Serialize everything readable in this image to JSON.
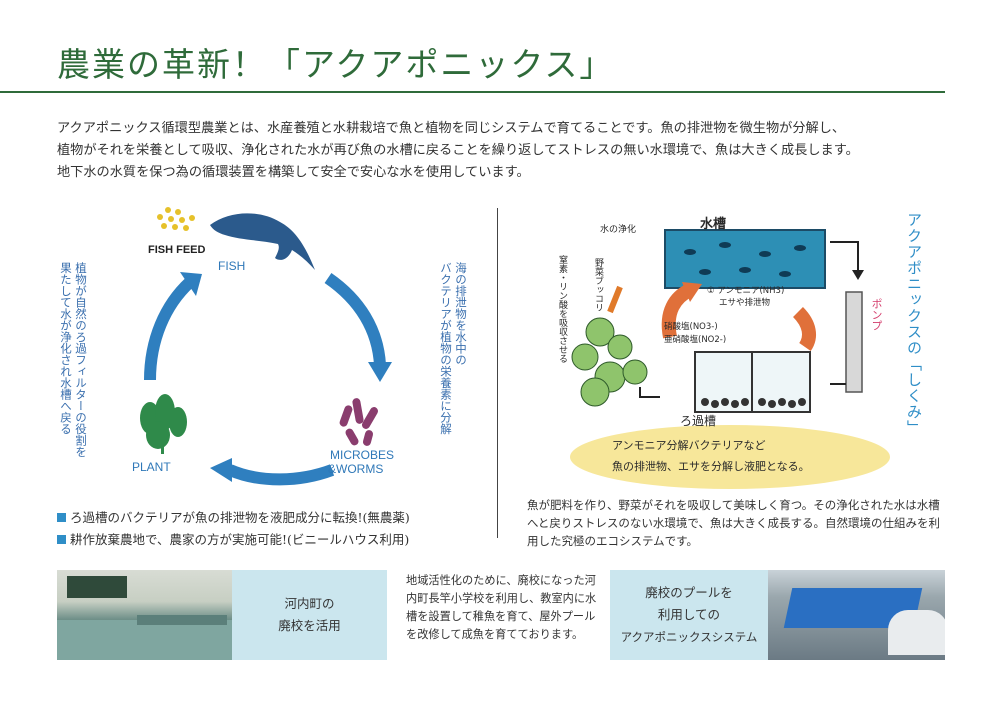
{
  "header": {
    "title": "農業の革新！「アクアポニックス」"
  },
  "intro": {
    "lines": [
      "アクアポニックス循環型農業とは、水産養殖と水耕栽培で魚と植物を同じシステムで育てることです。魚の排泄物を微生物が分解し、",
      "植物がそれを栄養として吸収、浄化された水が再び魚の水槽に戻ることを繰り返してストレスの無い水環境で、魚は大きく成長します。",
      "地下水の水質を保つ為の循環装置を構築して安全で安心な水を使用しています。"
    ]
  },
  "cycle": {
    "fish_feed": "FISH FEED",
    "fish": "FISH",
    "microbes": "MICROBES",
    "worms": "&WORMS",
    "plant": "PLANT",
    "right_note_1": "海の排泄物を水中の",
    "right_note_2": "バクテリアが植物の栄養素に分解",
    "left_note_1": "植物が自然のろ過フィルターの役割を",
    "left_note_2": "果たして水が浄化され水槽へ戻る",
    "colors": {
      "arrow": "#2f7fbf",
      "fish": "#2b5a8c",
      "microbes": "#8a3d6e",
      "plant": "#2f8a4a",
      "feed": "#e6c12a"
    }
  },
  "bullets": [
    "ろ過槽のバクテリアが魚の排泄物を液肥成分に転換!(無農薬)",
    "耕作放棄農地で、農家の方が実施可能!(ビニールハウス利用)"
  ],
  "mechanism": {
    "vertical_title": "アクアポニックスの「しくみ」",
    "tank_label": "水槽",
    "purify_label": "水の浄化",
    "pump_label": "ポンプ",
    "vegetables_label": "野菜ブッコリ",
    "nutrient_label": "窒素・リン酸を吸収させる",
    "ammonia_label": "① アンモニア(NH3)",
    "ammonia_sub": "エサや排泄物",
    "nitrate_label": "硝酸塩(NO3-)",
    "nitrite_label": "亜硝酸塩(NO2-)",
    "filter_label": "ろ過槽",
    "bacteria_line1": "アンモニア分解バクテリアなど",
    "bacteria_line2": "魚の排泄物、エサを分解し液肥となる。",
    "caption": "魚が肥料を作り、野菜がそれを吸収して美味しく育つ。その浄化された水は水槽へと戻りストレスのない水環境で、魚は大きく成長する。自然環境の仕組みを利用した究極のエコシステムです。"
  },
  "bottom": {
    "box1_line1": "河内町の",
    "box1_line2": "廃校を活用",
    "middle_text": "地域活性化のために、廃校になった河内町長竿小学校を利用し、教室内に水槽を設置して稚魚を育て、屋外プールを改修して成魚を育てております。",
    "box2_line1": "廃校のプールを",
    "box2_line2": "利用しての",
    "box2_line3": "アクアポニックスシステム"
  }
}
